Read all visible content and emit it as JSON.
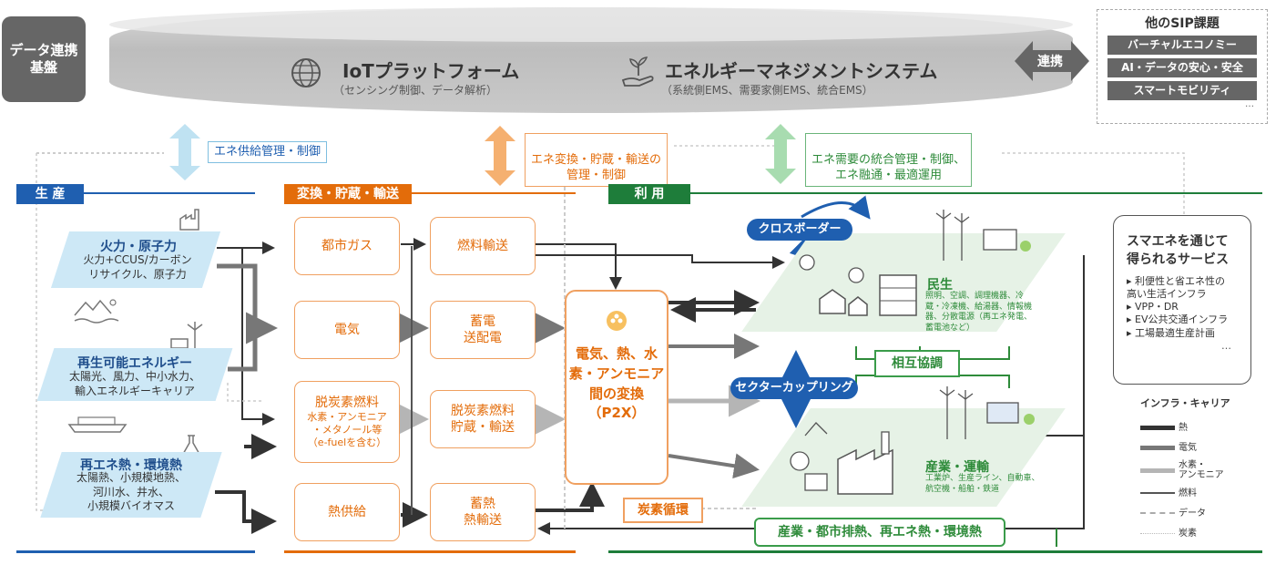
{
  "platform": {
    "data_hub_label": "データ連携\n基盤",
    "iot_title": "IoTプラットフォーム",
    "iot_sub": "（センシング制御、データ解析）",
    "ems_title": "エネルギーマネジメントシステム",
    "ems_sub": "（系統側EMS、需要家側EMS、統合EMS）",
    "link_label": "連携"
  },
  "sip": {
    "title": "他のSIP課題",
    "items": [
      "バーチャルエコノミー",
      "AI・データの安心・安全",
      "スマートモビリティ"
    ],
    "more": "…"
  },
  "control": {
    "supply": "エネ供給管理・制御",
    "conversion": "エネ変換・貯蔵・輸送の\n管理・制御",
    "demand": "エネ需要の統合管理・制御、\nエネ融通・最適運用"
  },
  "sections": {
    "production": "生 産",
    "conversion": "変換・貯蔵・輸送",
    "usage": "利 用"
  },
  "sources": [
    {
      "title": "火力・原子力",
      "sub": "火力+CCUS/カーボン\nリサイクル、原子力"
    },
    {
      "title": "再生可能エネルギー",
      "sub": "太陽光、風力、中小水力、\n輸入エネルギーキャリア"
    },
    {
      "title": "再エネ熱・環境熱",
      "sub": "太陽熱、小規模地熱、\n河川水、井水、\n小規模バイオマス"
    }
  ],
  "conv_left": [
    {
      "label": "都市ガス",
      "sub": ""
    },
    {
      "label": "電気",
      "sub": ""
    },
    {
      "label": "脱炭素燃料",
      "sub": "水素・アンモニア\n・メタノール等\n（e-fuelを含む）"
    },
    {
      "label": "熱供給",
      "sub": ""
    }
  ],
  "conv_mid": [
    {
      "label": "燃料輸送"
    },
    {
      "label": "蓄電\n送配電"
    },
    {
      "label": "脱炭素燃料\n貯蔵・輸送"
    },
    {
      "label": "蓄熱\n熱輸送"
    }
  ],
  "p2x": {
    "label": "電気、熱、水\n素・アンモニア\n間の変換\n（P2X）"
  },
  "usage": {
    "cross_border": "クロスボーダー",
    "sector_coupling": "セクターカップリング",
    "mutual": "相互協調",
    "residential_title": "民生",
    "residential_sub": "照明、空調、調理機器、冷\n蔵・冷凍機、給湯器、情報機\n器、分散電源（再エネ発電、\n蓄電池など）",
    "industrial_title": "産業・運輸",
    "industrial_sub": "工業炉、生産ライン、自動車、\n航空機・船舶・鉄道",
    "carbon_cycle": "炭素循環",
    "waste_heat": "産業・都市排熱、再エネ熱・環境熱"
  },
  "services": {
    "title": "スマエネを通じて\n得られるサービス",
    "items": [
      "利便性と省エネ性の\n高い生活インフラ",
      "VPP・DR",
      "EV公共交通インフラ",
      "工場最適生産計画"
    ],
    "more": "…"
  },
  "legend": {
    "title": "インフラ・キャリア",
    "items": [
      {
        "label": "熱",
        "color": "#333333"
      },
      {
        "label": "電気",
        "color": "#777777"
      },
      {
        "label": "水素・\nアンモニア",
        "color": "#b5b5b5"
      },
      {
        "label": "燃料",
        "color": "#555555"
      },
      {
        "label": "データ",
        "color": "#aaaaaa"
      },
      {
        "label": "炭素",
        "color": "#c8c8c8"
      }
    ]
  },
  "colors": {
    "production": "#1f5fb0",
    "conversion": "#e36c0a",
    "usage": "#1e7d3a",
    "supply_arrow": "#bfe2f2",
    "conversion_arrow": "#f5b070",
    "demand_arrow": "#a8dcb0"
  }
}
